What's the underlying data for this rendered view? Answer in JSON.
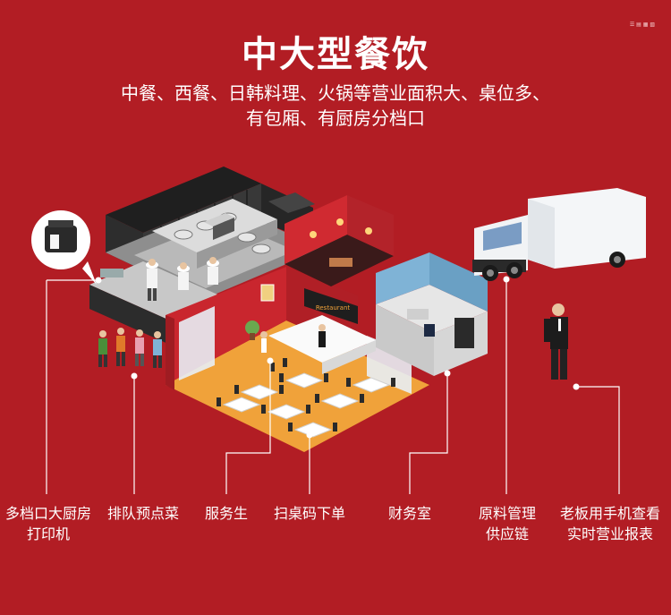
{
  "header": {
    "title": "中大型餐饮",
    "subtitle_line1": "中餐、西餐、日韩料理、火锅等营业面积大、桌位多、",
    "subtitle_line2": "有包厢、有厨房分档口",
    "corner_mark": "☰ ▤ ▦ ▧"
  },
  "scene": {
    "restaurant_sign": "Restaurant"
  },
  "labels": [
    {
      "id": "printer",
      "line1": "多档口大厨房",
      "line2": "打印机"
    },
    {
      "id": "queue",
      "line1": "排队预点菜",
      "line2": ""
    },
    {
      "id": "waiter",
      "line1": "服务生",
      "line2": ""
    },
    {
      "id": "scan",
      "line1": "扫桌码下单",
      "line2": ""
    },
    {
      "id": "finance",
      "line1": "财务室",
      "line2": ""
    },
    {
      "id": "supply",
      "line1": "原料管理",
      "line2": "供应链"
    },
    {
      "id": "boss",
      "line1": "老板用手机查看",
      "line2": "实时营业报表"
    }
  ],
  "colors": {
    "background": "#b21d24",
    "floor": "#f0a23a",
    "wall_red": "#c9262e",
    "kitchen_dark": "#2b2b2b",
    "finance_blue": "#7fb3d6"
  }
}
